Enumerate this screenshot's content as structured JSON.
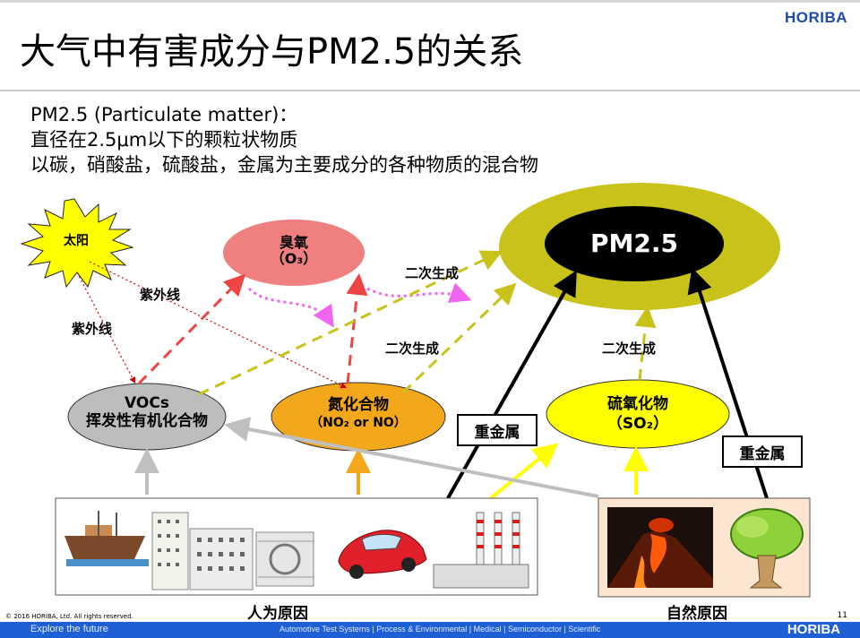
{
  "brand": "HORIBA",
  "title": "大气中有害成分与PM2.5的关系",
  "intro": {
    "line1": "PM2.5 (Particulate matter)：",
    "line2": "直径在2.5μm以下的颗粒状物质",
    "line3": "以碳，硝酸盐，硫酸盐，金属为主要成分的各种物质的混合物"
  },
  "nodes": {
    "sun": "太阳",
    "ozone_name": "臭氧",
    "ozone_formula": "（O₃）",
    "pm": "PM2.5",
    "vocs_1": "VOCs",
    "vocs_2": "挥发性有机化合物",
    "nox_name": "氮化合物",
    "nox_formula": "（NO₂ or NO）",
    "sox_name": "硫氧化物",
    "sox_formula": "（SO₂）"
  },
  "labels": {
    "uv_1": "紫外线",
    "uv_2": "紫外线",
    "secondary_1": "二次生成",
    "secondary_2": "二次生成",
    "secondary_3": "二次生成",
    "heavy_metal_1": "重金属",
    "heavy_metal_2": "重金属",
    "human_causes": "人为原因",
    "natural_causes": "自然原因"
  },
  "icons": {
    "human_panel": [
      "ship-icon",
      "office-building-icon",
      "factory-icon",
      "car-icon",
      "power-plant-icon"
    ],
    "natural_panel": [
      "volcano-icon",
      "tree-icon"
    ]
  },
  "colors": {
    "ozone": "#f08080",
    "pm_outer": "#c8c21a",
    "pm_inner": "#000000",
    "vocs": "#bdbdbd",
    "nox": "#f3a71b",
    "sox": "#ffff00",
    "sun": "#ffff00",
    "accent_blue": "#1f5fd6"
  },
  "footer": {
    "copyright": "© 2016 HORIBA, Ltd. All rights reserved.",
    "tagline": "Explore the future",
    "divisions": "Automotive Test Systems  |  Process & Environmental  |  Medical  |  Semiconductor  |  Scientific",
    "page_number": "11"
  }
}
